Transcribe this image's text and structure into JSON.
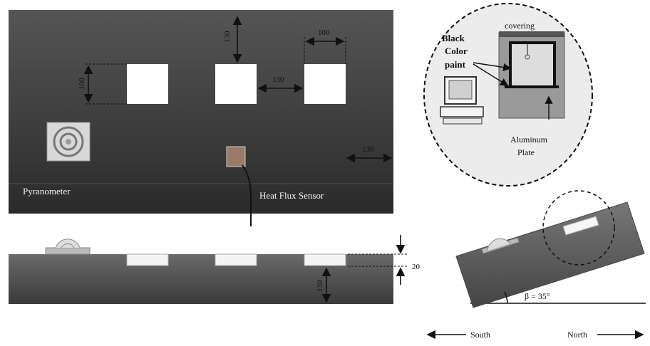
{
  "labels": {
    "pyranometer": "Pyranometer",
    "heat_flux_sensor": "Heat Flux Sensor",
    "covering": "covering",
    "black_color_paint": [
      "Black",
      "Color",
      "paint"
    ],
    "aluminum_plate": [
      "Aluminum",
      "Plate"
    ],
    "tilt_angle": "β = 35°",
    "south": "South",
    "north": "North"
  },
  "dimensions": {
    "window_size_top": "100",
    "window_size_side": "100",
    "top_margin": "130",
    "window_gap": "130",
    "right_margin": "130",
    "sensor_depth": "130",
    "cover_gap": "20"
  },
  "colors": {
    "panel_top": "#4a4a4a",
    "panel_bottom": "#2e2e2e",
    "window": "#ffffff",
    "line": "#111111"
  }
}
